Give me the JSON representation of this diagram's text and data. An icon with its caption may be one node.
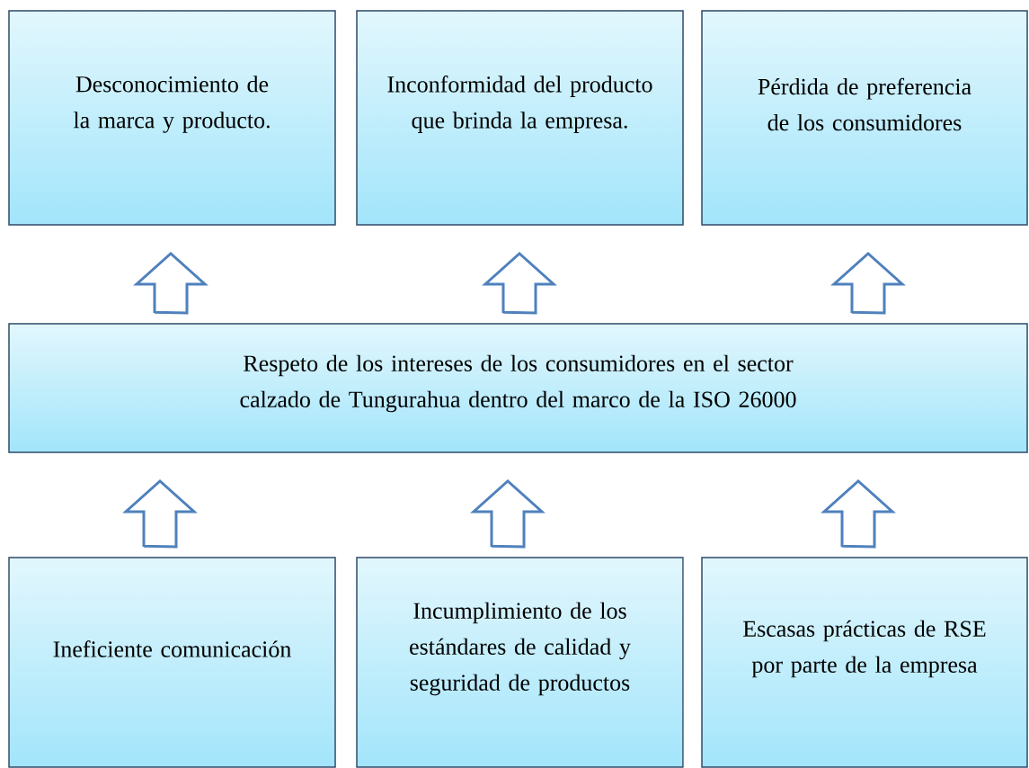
{
  "diagram": {
    "nodes": [
      {
        "text": [
          "Desconocimiento de la marca y producto."
        ]
      },
      {
        "text": [
          "Inconformidad del producto que brinda la empresa."
        ]
      },
      {
        "text": [
          "Pérdida de preferencia de los consumidores"
        ]
      },
      {
        "text": [
          "Respeto de los intereses de los consumidores en el sector calzado de Tungurahua dentro del marco de la ISO 26000"
        ]
      },
      {
        "text": [
          "Ineficiente comunicación"
        ]
      },
      {
        "text": [
          "Incumplimiento de los estándares de calidad y seguridad de  productos"
        ]
      },
      {
        "text": [
          "Escasas prácticas de RSE por parte de la empresa"
        ]
      }
    ],
    "edges": [
      {
        "from": 3,
        "to": 0,
        "arrow": "to"
      },
      {
        "from": 3,
        "to": 1,
        "arrow": "to"
      },
      {
        "from": 3,
        "to": 2,
        "arrow": "to"
      },
      {
        "from": 4,
        "to": 3,
        "arrow": "to"
      },
      {
        "from": 5,
        "to": 3,
        "arrow": "to"
      },
      {
        "from": 6,
        "to": 3,
        "arrow": "to"
      }
    ]
  }
}
